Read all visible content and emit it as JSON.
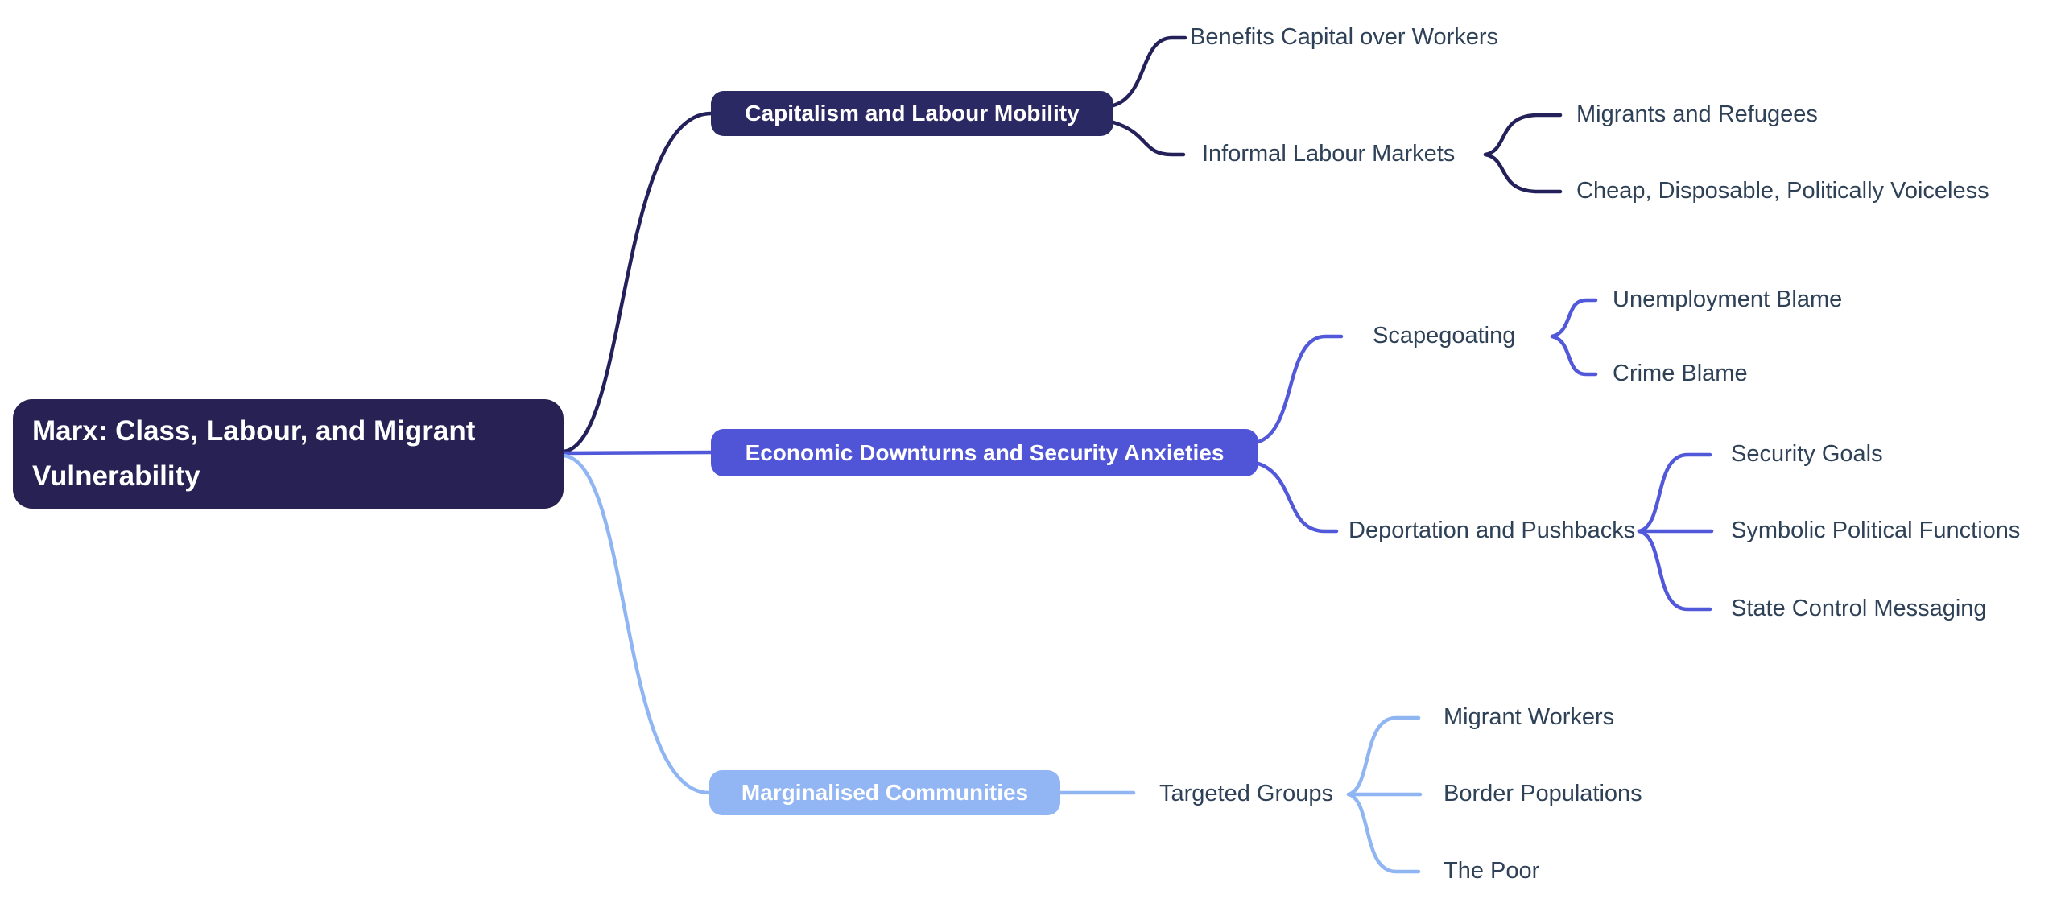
{
  "mindmap": {
    "root": {
      "label": "Marx: Class, Labour, and Migrant Vulnerability"
    },
    "branches": [
      {
        "label": "Capitalism and Labour Mobility",
        "node_color": "#2b2963",
        "edge_color": "#23205a",
        "children": [
          {
            "label": "Benefits Capital over Workers",
            "children": []
          },
          {
            "label": "Informal Labour Markets",
            "children": [
              {
                "label": "Migrants and Refugees"
              },
              {
                "label": "Cheap, Disposable, Politically Voiceless"
              }
            ]
          }
        ]
      },
      {
        "label": "Economic Downturns and Security Anxieties",
        "node_color": "#5054d7",
        "edge_color": "#5158da",
        "children": [
          {
            "label": "Scapegoating",
            "children": [
              {
                "label": "Unemployment Blame"
              },
              {
                "label": "Crime Blame"
              }
            ]
          },
          {
            "label": "Deportation and Pushbacks",
            "children": [
              {
                "label": "Security Goals"
              },
              {
                "label": "Symbolic Political Functions"
              },
              {
                "label": "State Control Messaging"
              }
            ]
          }
        ]
      },
      {
        "label": "Marginalised Communities",
        "node_color": "#92b5f3",
        "edge_color": "#8fb5f3",
        "children": [
          {
            "label": "Targeted Groups",
            "children": [
              {
                "label": "Migrant Workers"
              },
              {
                "label": "Border Populations"
              },
              {
                "label": "The Poor"
              }
            ]
          }
        ]
      }
    ]
  },
  "colors": {
    "background": "#ffffff",
    "root_fill": "#272253",
    "branch1_fill": "#2b2963",
    "branch2_fill": "#5054d7",
    "branch3_fill": "#92b5f3",
    "leaf_text": "#2e4157",
    "node_text": "#ffffff"
  }
}
